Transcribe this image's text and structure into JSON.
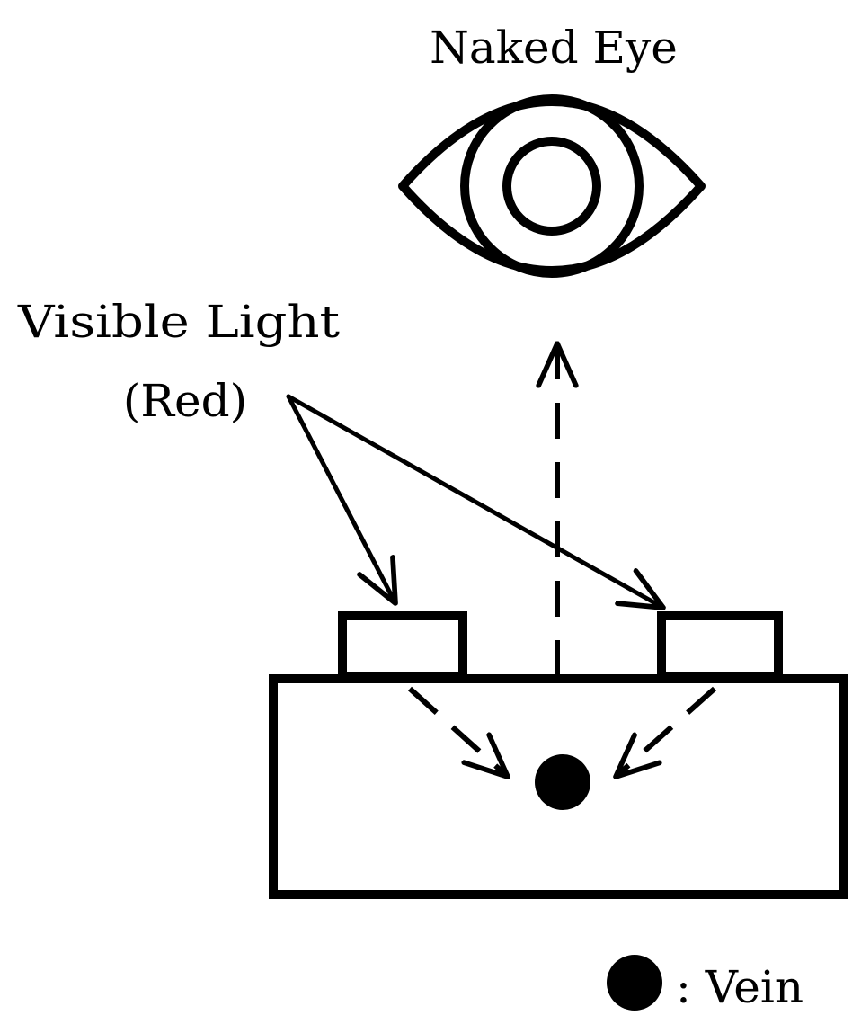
{
  "labels": {
    "eye": "Naked Eye",
    "light_line1": "Visible Light",
    "light_line2": "(Red)",
    "legend": ": Vein"
  },
  "colors": {
    "ink": "#000000",
    "background": "#ffffff"
  }
}
